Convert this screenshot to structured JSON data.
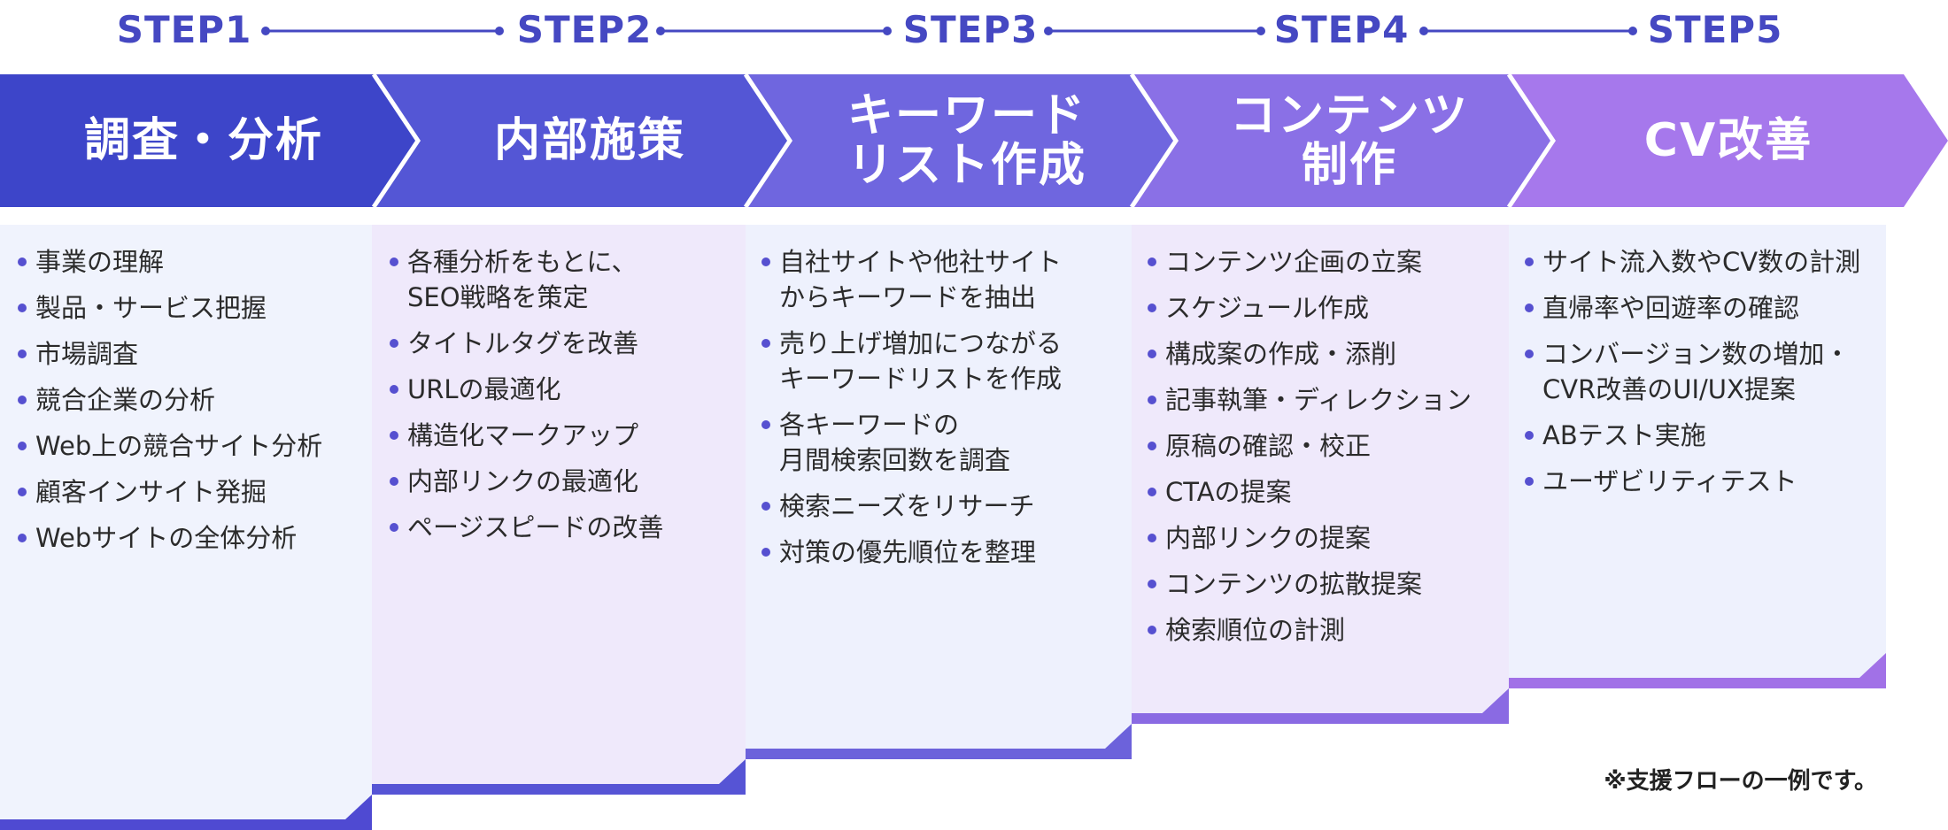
{
  "colors": {
    "step_label": "#4548c2",
    "connector": "#4548c2",
    "bullet": "#5650d0"
  },
  "steps": [
    {
      "label": "STEP1",
      "title": "調査・分析",
      "banner_color": "#3d45c9",
      "card_color": "#f0f3fd",
      "foot_color": "#4f4ad2",
      "items": [
        "事業の理解",
        "製品・サービス把握",
        "市場調査",
        "競合企業の分析",
        "Web上の競合サイト分析",
        "顧客インサイト発掘",
        "Webサイトの全体分析"
      ]
    },
    {
      "label": "STEP2",
      "title": "内部施策",
      "banner_color": "#5456d5",
      "card_color": "#efe9fb",
      "foot_color": "#5654d5",
      "items": [
        "各種分析をもとに、\nSEO戦略を策定",
        "タイトルタグを改善",
        "URLの最適化",
        "構造化マークアップ",
        "内部リンクの最適化",
        "ページスピードの改善"
      ]
    },
    {
      "label": "STEP3",
      "title": "キーワード\nリスト作成",
      "banner_color": "#6f66df",
      "card_color": "#eef1fd",
      "foot_color": "#6c62db",
      "items": [
        "自社サイトや他社サイト\nからキーワードを抽出",
        "売り上げ増加につながる\nキーワードリストを作成",
        "各キーワードの\n月間検索回数を調査",
        "検索ニーズをリサーチ",
        "対策の優先順位を整理"
      ]
    },
    {
      "label": "STEP4",
      "title": "コンテンツ\n制作",
      "banner_color": "#8a70e6",
      "card_color": "#efe9fb",
      "foot_color": "#8a6ae3",
      "items": [
        "コンテンツ企画の立案",
        "スケジュール作成",
        "構成案の作成・添削",
        "記事執筆・ディレクション",
        "原稿の確認・校正",
        "CTAの提案",
        "内部リンクの提案",
        "コンテンツの拡散提案",
        "検索順位の計測"
      ]
    },
    {
      "label": "STEP5",
      "title": "CV改善",
      "banner_color": "#a678ec",
      "card_color": "#eef1fd",
      "foot_color": "#a171e7",
      "items": [
        "サイト流入数やCV数の計測",
        "直帰率や回遊率の確認",
        "コンバージョン数の増加・\nCVR改善のUI/UX提案",
        "ABテスト実施",
        "ユーザビリティテスト"
      ]
    }
  ],
  "note": "※支援フローの一例です。"
}
